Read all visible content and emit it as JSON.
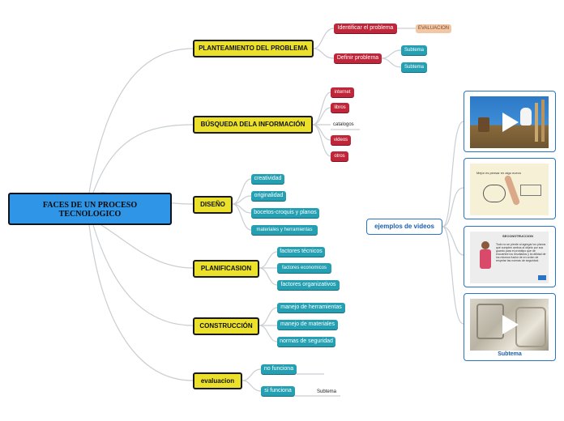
{
  "root": {
    "label_line1": "FACES DE UN PROCESO",
    "label_line2": "TECNOLOGICO"
  },
  "branches": {
    "planteamiento": {
      "label": "PLANTEAMIENTO DEL PROBLEMA",
      "identificar": "Identificar el problema",
      "evaluacion_tag": "EVALUACION",
      "definir": "Definir problema",
      "subtema1": "Subtema",
      "subtema2": "Subtema"
    },
    "busqueda": {
      "label": "BÚSQUEDA DELA INFORMACIÓN",
      "items": [
        "internet",
        "libros",
        "catalogos",
        "videos",
        "otros"
      ]
    },
    "diseno": {
      "label": "DISEÑO",
      "items": [
        "creatividad",
        "originalidad",
        "bocetos-croquis y planos",
        "materiales y herramientas"
      ]
    },
    "planificacion": {
      "label": "PLANIFICASION",
      "items": [
        "factores técnicos",
        "factores economicos",
        "factores organizativos"
      ]
    },
    "construccion": {
      "label": "CONSTRUCCIÓN",
      "items": [
        "manejo de herramientas",
        "manejo de materiales",
        "normas de seguridad"
      ]
    },
    "evaluacion": {
      "label": "evaluacion",
      "no_funciona": "no funciona",
      "si_funciona": "si funciona",
      "subtema": "Subtema"
    }
  },
  "ejemplos": {
    "label": "ejemplos de videos",
    "video4_caption": "Subtema",
    "thumb2_text": "Mejor es pensar en algo nuevo",
    "thumb3_title": "SECONSTRUCCION",
    "thumb3_text": "Todo no se pierde al agregar los planos qué cumplen ambos al objeto por sus guardo para el prototipo que de encuentre los resultados y la utilidad de los mismos fusión de en orden de respetar las normas de seguridad."
  },
  "colors": {
    "root_fill": "#2f95e6",
    "main_fill": "#ece12a",
    "red_node": "#c0263a",
    "teal_node": "#25a0b3",
    "eval_tag": "#f2c7a6",
    "connector": "#c9ced3",
    "video_border": "#2a74c5"
  }
}
